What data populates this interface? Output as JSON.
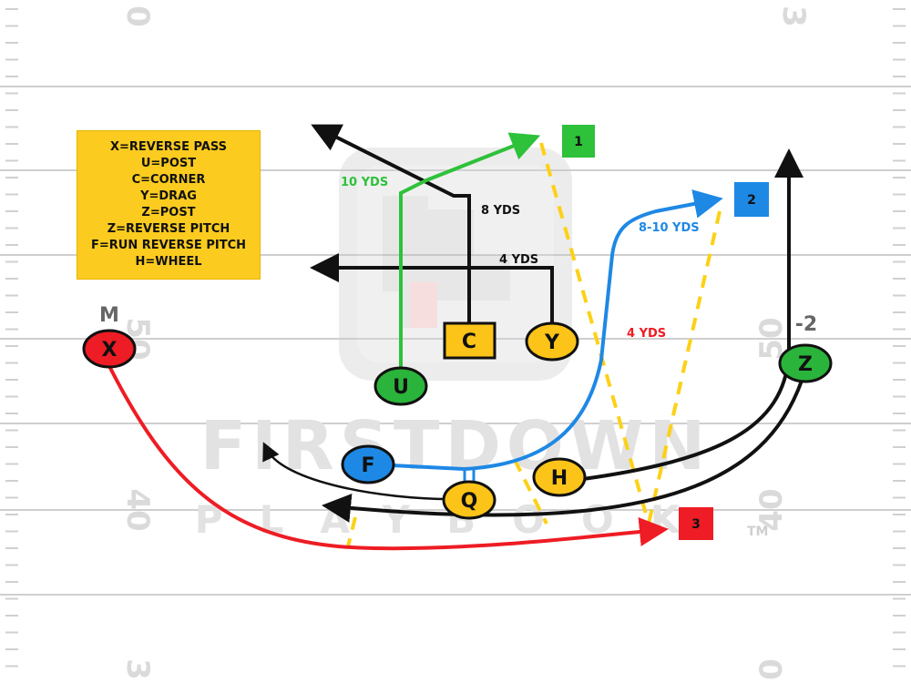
{
  "field": {
    "yard_numbers": {
      "top_left": "0",
      "top_right": "3",
      "mid_left": "50",
      "mid_right": "50",
      "low_left": "40",
      "low_right": "40",
      "bottom_left": "3",
      "bottom_right": "0"
    },
    "watermark_word": "FIRSTDOWN",
    "watermark_sub": "PLAYBOOK",
    "watermark_tm": "TM"
  },
  "legend": {
    "lines": [
      "X=REVERSE PASS",
      "U=POST",
      "C=CORNER",
      "Y=DRAG",
      "Z=POST",
      "Z=REVERSE PITCH",
      "F=RUN REVERSE PITCH",
      "H=WHEEL"
    ]
  },
  "players": {
    "X": "X",
    "U": "U",
    "C": "C",
    "Y": "Y",
    "Z": "Z",
    "F": "F",
    "Q": "Q",
    "H": "H"
  },
  "defender_labels": {
    "M": "M",
    "minus_two": "-2"
  },
  "route_labels": {
    "u": "10 YDS",
    "c": "8 YDS",
    "y": "4 YDS",
    "h": "8-10 YDS",
    "x": "4 YDS"
  },
  "reads": {
    "one": "1",
    "two": "2",
    "three": "3"
  },
  "colors": {
    "black_route": "#111111",
    "green_route": "#2ec13a",
    "blue_route": "#1e88e5",
    "red_route": "#ee1c24",
    "yellow_read": "#fcd116",
    "player_yellow": "#fcc419",
    "player_green": "#2bb43b",
    "player_red": "#ee1c24",
    "player_blue": "#1e88e5",
    "legend_bg": "#fbcb1f"
  }
}
